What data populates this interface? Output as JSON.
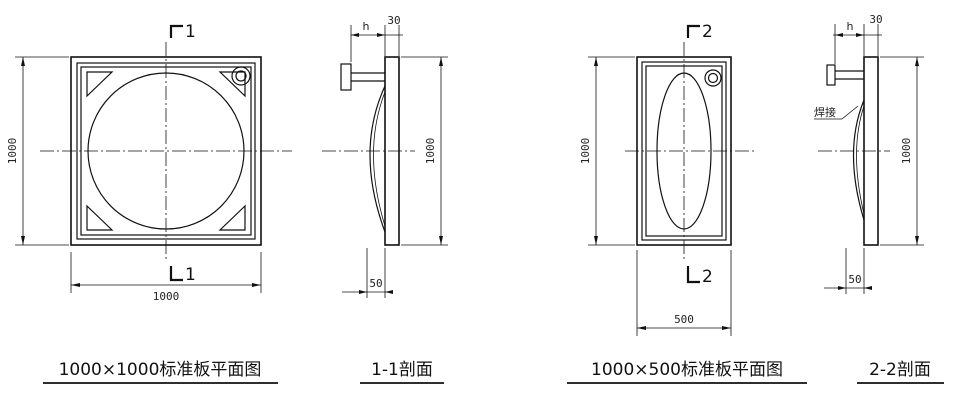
{
  "views": {
    "plan1": {
      "caption": "1000×1000标准板平面图",
      "width_label": "1000",
      "height_label": "1000",
      "section_mark_top": "1",
      "section_mark_bottom": "1"
    },
    "sec1": {
      "caption": "1-1剖面",
      "h_label": "h",
      "t_label": "30",
      "height_label": "1000",
      "bottom_label": "50"
    },
    "plan2": {
      "caption": "1000×500标准板平面图",
      "width_label": "500",
      "height_label": "1000",
      "section_mark_top": "2",
      "section_mark_bottom": "2"
    },
    "sec2": {
      "caption": "2-2剖面",
      "h_label": "h",
      "t_label": "30",
      "height_label": "1000",
      "bottom_label": "50",
      "weld_label": "焊接"
    }
  }
}
